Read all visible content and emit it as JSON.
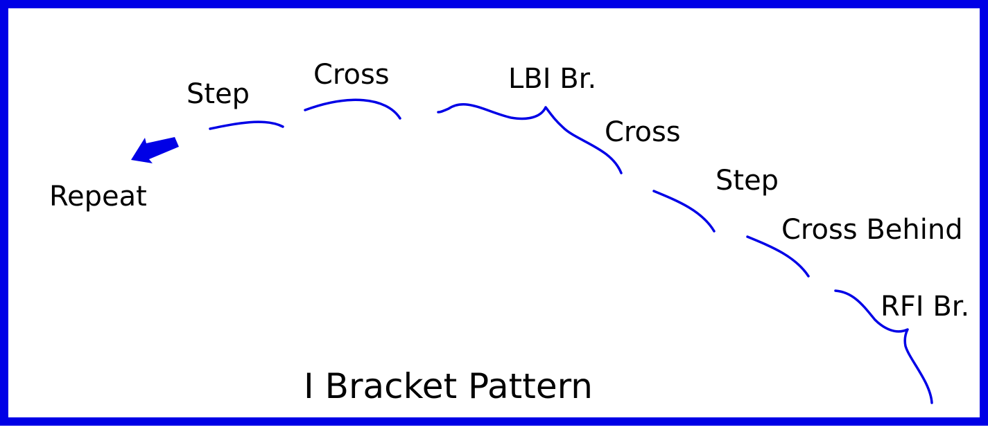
{
  "title": "I Bracket Pattern",
  "accent_color": "#0000e6",
  "labels": {
    "repeat": "Repeat",
    "step_1": "Step",
    "cross_1": "Cross",
    "lbi_bracket": "LBI Br.",
    "cross_2": "Cross",
    "step_2": "Step",
    "cross_behind": "Cross Behind",
    "rfi_bracket": "RFI Br."
  },
  "icons": {
    "direction_arrow": "arrow-left-icon"
  }
}
